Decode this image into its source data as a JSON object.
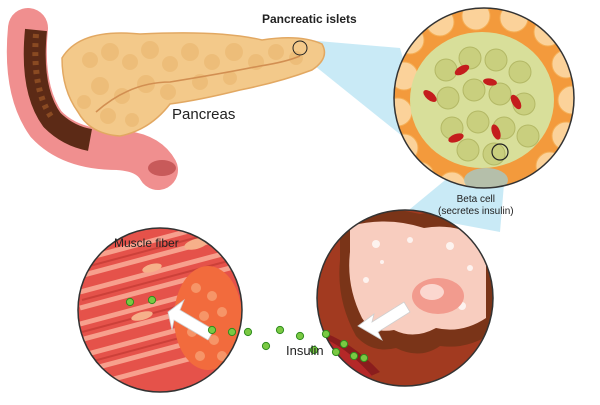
{
  "labels": {
    "pancreatic_islets": "Pancreatic islets",
    "pancreas": "Pancreas",
    "beta_cell_line1": "Beta cell",
    "beta_cell_line2": "(secretes insulin)",
    "muscle_fiber": "Muscle fiber",
    "insulin": "Insulin"
  },
  "colors": {
    "pancreas_fill": "#f3c98a",
    "pancreas_lobule": "#e9b56c",
    "duodenum_outer": "#f08f8f",
    "duodenum_inner": "#5c2a16",
    "zoom_beam": "#bfe6f5",
    "islet_green": "#d8df9a",
    "islet_orange": "#f39a3c",
    "rbc_red": "#c41d1d",
    "muscle_red": "#e5524a",
    "muscle_stripe": "#f7a08d",
    "insulin_dot": "#7ac943",
    "insulin_dot_edge": "#2f8c1e",
    "beta_cell_pink": "#f8cdbf",
    "beta_cell_brown": "#7a3418",
    "arrow_white": "#ffffff"
  },
  "icons": {
    "arrow_into_muscle": "arrow-left-up",
    "arrow_from_beta_cell": "arrow-left-down"
  }
}
